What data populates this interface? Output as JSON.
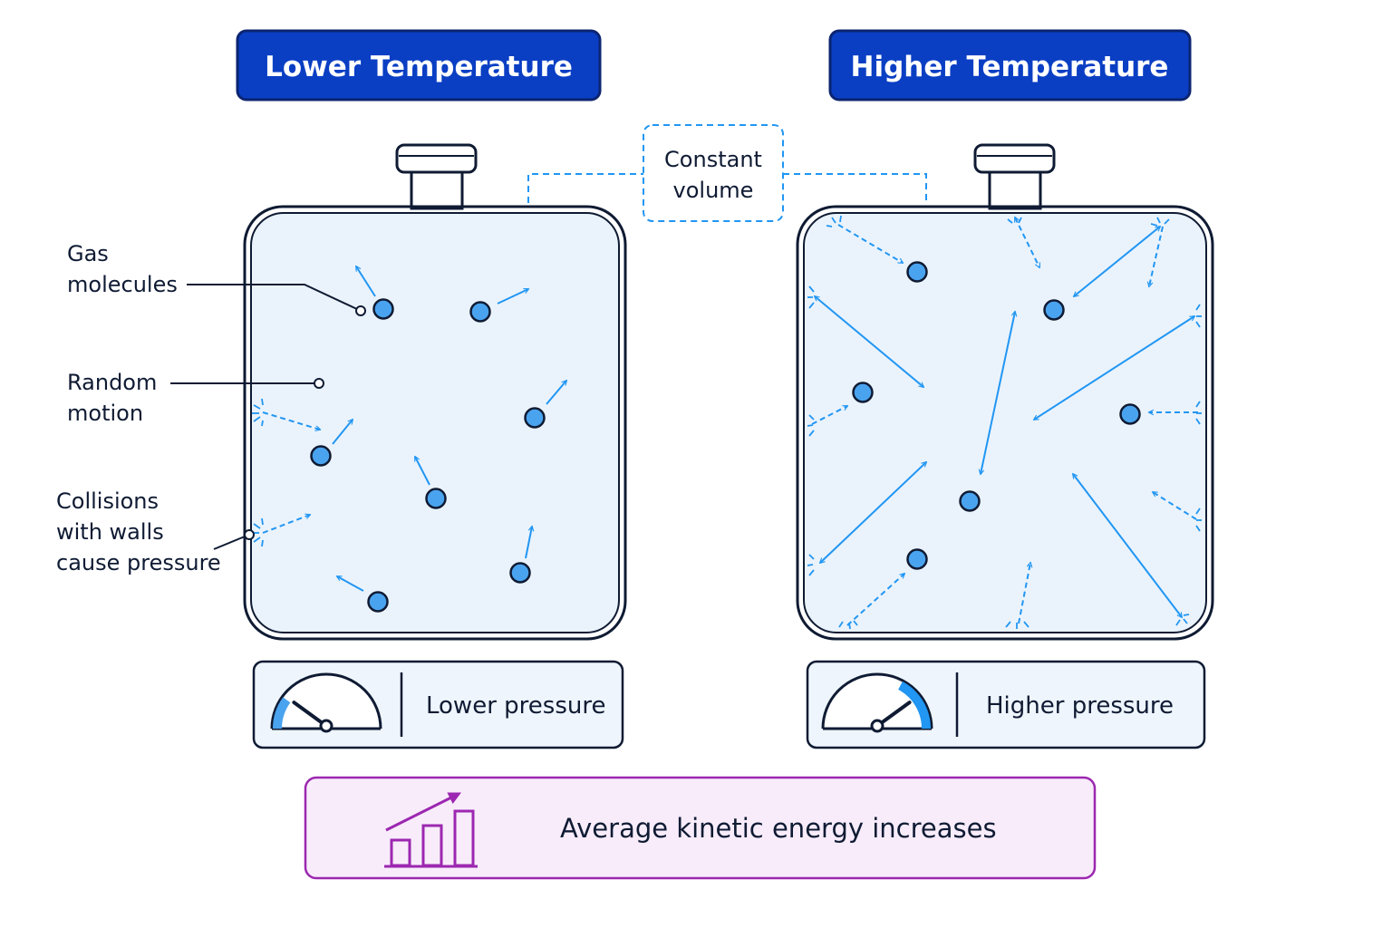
{
  "titles": {
    "left": "Lower Temperature",
    "right": "Higher Temperature"
  },
  "volume_note": {
    "line1": "Constant",
    "line2": "volume"
  },
  "callouts": {
    "gas": {
      "line1": "Gas",
      "line2": "molecules"
    },
    "motion": {
      "line1": "Random",
      "line2": "motion"
    },
    "collisions": {
      "line1": "Collisions",
      "line2": "with walls",
      "line3": "cause pressure"
    }
  },
  "gauges": {
    "left": {
      "label": "Lower pressure",
      "level": 0.2
    },
    "right": {
      "label": "Higher pressure",
      "level": 0.8
    }
  },
  "energy_banner": {
    "text": "Average kinetic energy increases",
    "icon": "bar-chart-increase-icon"
  },
  "colors": {
    "title_bg": "#0a3fc4",
    "title_border": "#0b2470",
    "container_fill": "#eaf3fc",
    "container_stroke": "#0f1b33",
    "molecule": "#4aa3ef",
    "arrow": "#2196f3",
    "energy": "#9c27b0",
    "energy_bg": "#f8ecfb"
  }
}
